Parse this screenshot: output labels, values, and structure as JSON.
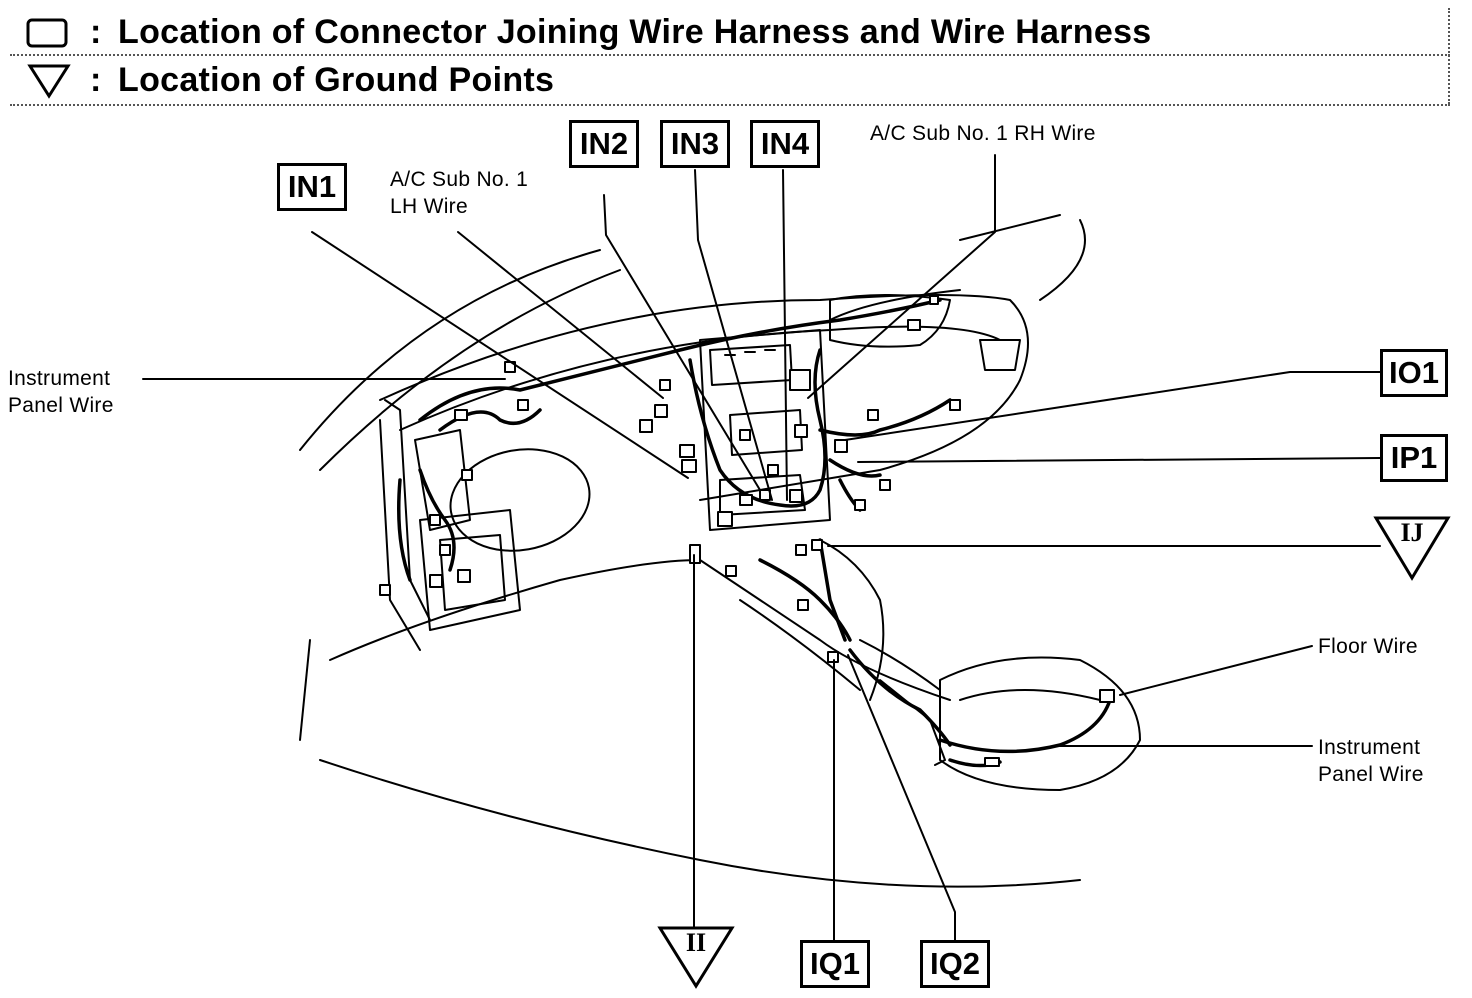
{
  "legend": {
    "connector_text": "Location of Connector Joining Wire Harness and Wire Harness",
    "ground_text": "Location of Ground Points",
    "colon": ":"
  },
  "connectors": {
    "in1": "IN1",
    "in2": "IN2",
    "in3": "IN3",
    "in4": "IN4",
    "io1": "IO1",
    "ip1": "IP1",
    "iq1": "IQ1",
    "iq2": "IQ2"
  },
  "grounds": {
    "ij": "IJ",
    "ii": "II"
  },
  "labels": {
    "ac_lh": "A/C Sub No. 1\nLH Wire",
    "ac_rh": "A/C Sub No. 1 RH Wire",
    "ip_wire_left": "Instrument\nPanel Wire",
    "floor_wire": "Floor Wire",
    "ip_wire_right": "Instrument\nPanel Wire"
  }
}
